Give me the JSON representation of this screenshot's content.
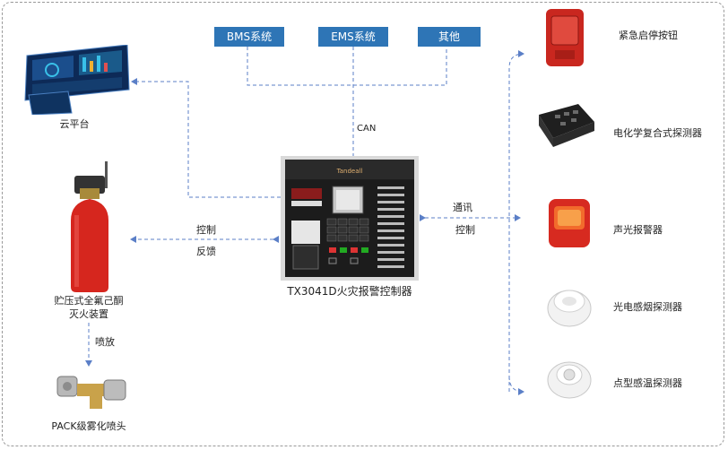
{
  "systems": [
    "BMS系统",
    "EMS系统",
    "其他"
  ],
  "controller": {
    "label": "TX3041D火灾报警控制器",
    "brand": "Tandeall"
  },
  "links": {
    "can": "CAN",
    "control": "控制",
    "feedback": "反馈",
    "comm": "通讯",
    "comm_control": "控制",
    "spray": "喷放"
  },
  "left_devices": {
    "cloud": "云平台",
    "extinguisher": [
      "贮压式全氟己酮",
      "灭火装置"
    ],
    "nozzle": "PACK级雾化喷头"
  },
  "right_devices": [
    "紧急启停按钮",
    "电化学复合式探测器",
    "声光报警器",
    "光电感烟探测器",
    "点型感温探测器"
  ],
  "colors": {
    "accent": "#2e75b6",
    "wire": "#5b7fc7",
    "device_red": "#d6261e"
  }
}
